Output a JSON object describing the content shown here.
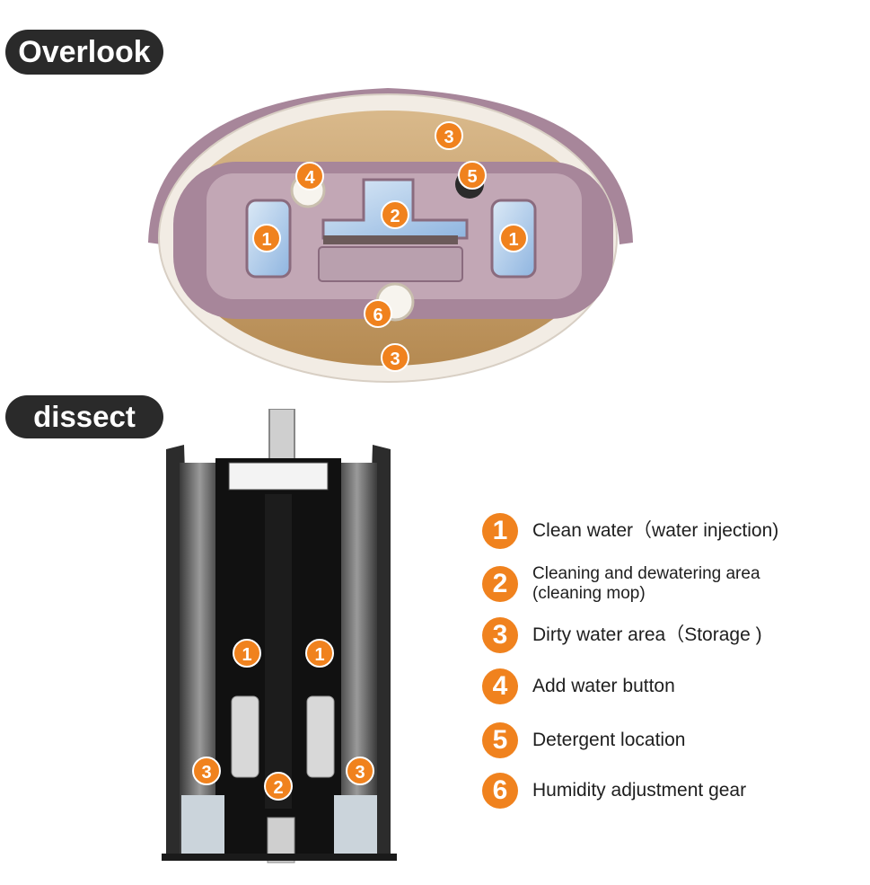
{
  "sections": {
    "overlook": "Overlook",
    "dissect": "dissect"
  },
  "colors": {
    "badge": "#f0821e",
    "bucket_rim": "#a7869a",
    "pill_bg": "#2a2a2a"
  },
  "overlook_badges": [
    "3",
    "4",
    "5",
    "2",
    "1",
    "1",
    "6",
    "3"
  ],
  "dissect_badges": [
    "1",
    "1",
    "3",
    "2",
    "3"
  ],
  "legend": [
    {
      "number": "1",
      "label": "Clean water（water injection)"
    },
    {
      "number": "2",
      "label_line1": "Cleaning and dewatering area",
      "label_line2": "(cleaning mop)"
    },
    {
      "number": "3",
      "label": "Dirty water area（Storage )"
    },
    {
      "number": "4",
      "label": "Add water button"
    },
    {
      "number": "5",
      "label": "Detergent location"
    },
    {
      "number": "6",
      "label": "Humidity adjustment gear"
    }
  ]
}
